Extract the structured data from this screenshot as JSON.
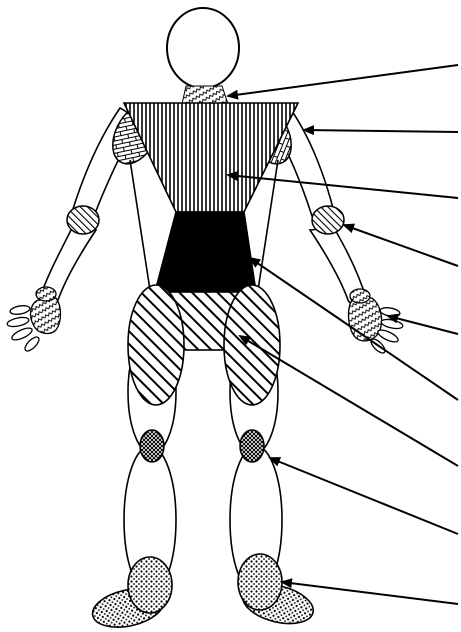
{
  "figure": {
    "kind": "body-region-diagram",
    "colors": {
      "ink": "#000000",
      "paper": "#ffffff"
    },
    "regions": [
      {
        "id": "neck",
        "fill": "zigzag-hatch"
      },
      {
        "id": "shoulder-left",
        "fill": "brick-pattern"
      },
      {
        "id": "shoulder-right",
        "fill": "brick-pattern"
      },
      {
        "id": "upper-torso",
        "fill": "vertical-stripes"
      },
      {
        "id": "lower-torso",
        "fill": "solid-black"
      },
      {
        "id": "elbow-left",
        "fill": "diagonal-hatch"
      },
      {
        "id": "elbow-right",
        "fill": "diagonal-hatch"
      },
      {
        "id": "hand-left",
        "fill": "zigzag-hatch"
      },
      {
        "id": "hand-right",
        "fill": "zigzag-hatch"
      },
      {
        "id": "hips-and-thighs",
        "fill": "diagonal-hatch"
      },
      {
        "id": "knee-left",
        "fill": "crosshatch"
      },
      {
        "id": "knee-right",
        "fill": "crosshatch"
      },
      {
        "id": "foot-left",
        "fill": "dot-pattern"
      },
      {
        "id": "foot-right",
        "fill": "dot-pattern"
      }
    ],
    "pointer_lines": [
      {
        "target": "neck"
      },
      {
        "target": "arm"
      },
      {
        "target": "upper-torso"
      },
      {
        "target": "elbow"
      },
      {
        "target": "hand"
      },
      {
        "target": "lower-torso"
      },
      {
        "target": "thigh"
      },
      {
        "target": "knee"
      },
      {
        "target": "foot"
      }
    ]
  }
}
